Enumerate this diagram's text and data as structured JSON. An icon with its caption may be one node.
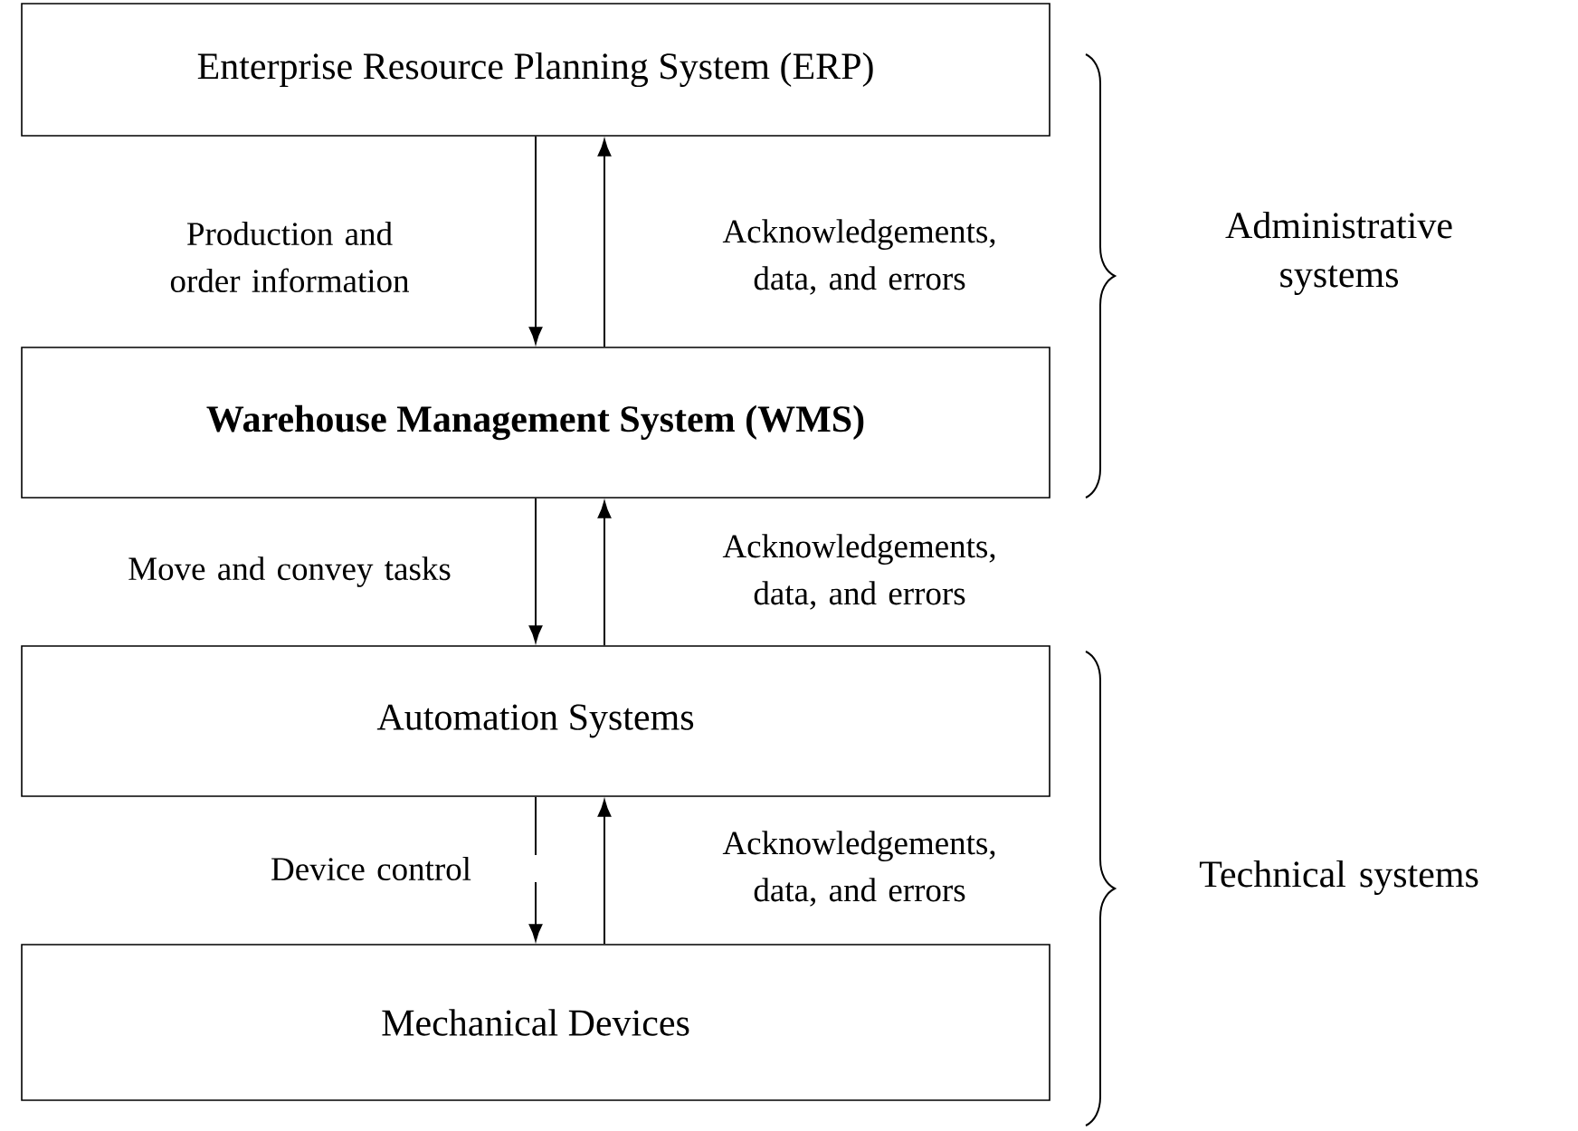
{
  "diagram": {
    "nodes": [
      {
        "text": [
          "Enterprise Resource Planning System (ERP)"
        ]
      },
      {
        "text": [
          "Warehouse Management System (WMS)"
        ]
      },
      {
        "text": [
          "Automation Systems"
        ]
      },
      {
        "text": [
          "Mechanical Devices"
        ]
      }
    ],
    "edges": [
      {
        "from": 0,
        "to": 1,
        "arrow": "to",
        "label": "Production and order information"
      },
      {
        "from": 1,
        "to": 0,
        "arrow": "to",
        "label": "Acknowledgements, data, and errors"
      },
      {
        "from": 1,
        "to": 2,
        "arrow": "to",
        "label": "Move and convey tasks"
      },
      {
        "from": 2,
        "to": 1,
        "arrow": "to",
        "label": "Acknowledgements, data, and errors"
      },
      {
        "from": 2,
        "to": 3,
        "arrow": "to",
        "label": "Device control"
      },
      {
        "from": 3,
        "to": 2,
        "arrow": "to",
        "label": "Acknowledgements, data, and errors"
      }
    ],
    "labels": [
      "Administrative systems",
      "Technical systems"
    ]
  }
}
